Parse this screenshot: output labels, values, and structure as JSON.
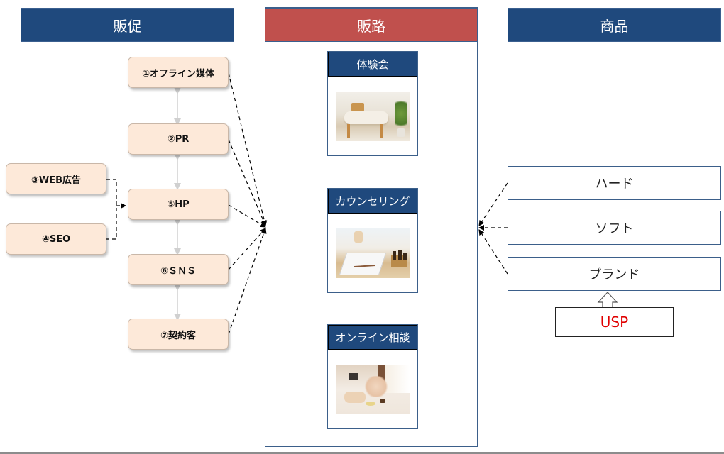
{
  "headers": {
    "promotion": "販促",
    "channel": "販路",
    "product": "商品"
  },
  "promotion_items": [
    {
      "id": "offline",
      "label": "①オフライン媒体"
    },
    {
      "id": "pr",
      "label": "②PR"
    },
    {
      "id": "web-ad",
      "label": "③WEB広告"
    },
    {
      "id": "seo",
      "label": "④SEO"
    },
    {
      "id": "hp",
      "label": "⑤HP"
    },
    {
      "id": "sns",
      "label": "⑥ＳＮＳ"
    },
    {
      "id": "contract",
      "label": "⑦契約客"
    }
  ],
  "channel_cards": [
    {
      "label": "体験会",
      "image": "massage-bed-photo"
    },
    {
      "label": "カウンセリング",
      "image": "clipboard-aroma-oil-photo"
    },
    {
      "label": "オンライン相談",
      "image": "towels-flowers-photo"
    }
  ],
  "product_items": [
    {
      "label": "ハード"
    },
    {
      "label": "ソフト"
    },
    {
      "label": "ブランド"
    }
  ],
  "usp": {
    "label": "USP",
    "color": "#e00000"
  },
  "colors": {
    "header_blue": "#1f497d",
    "header_red": "#c0504d",
    "promo_fill": "#fde9d9",
    "frame_border": "#3b5f8a"
  }
}
